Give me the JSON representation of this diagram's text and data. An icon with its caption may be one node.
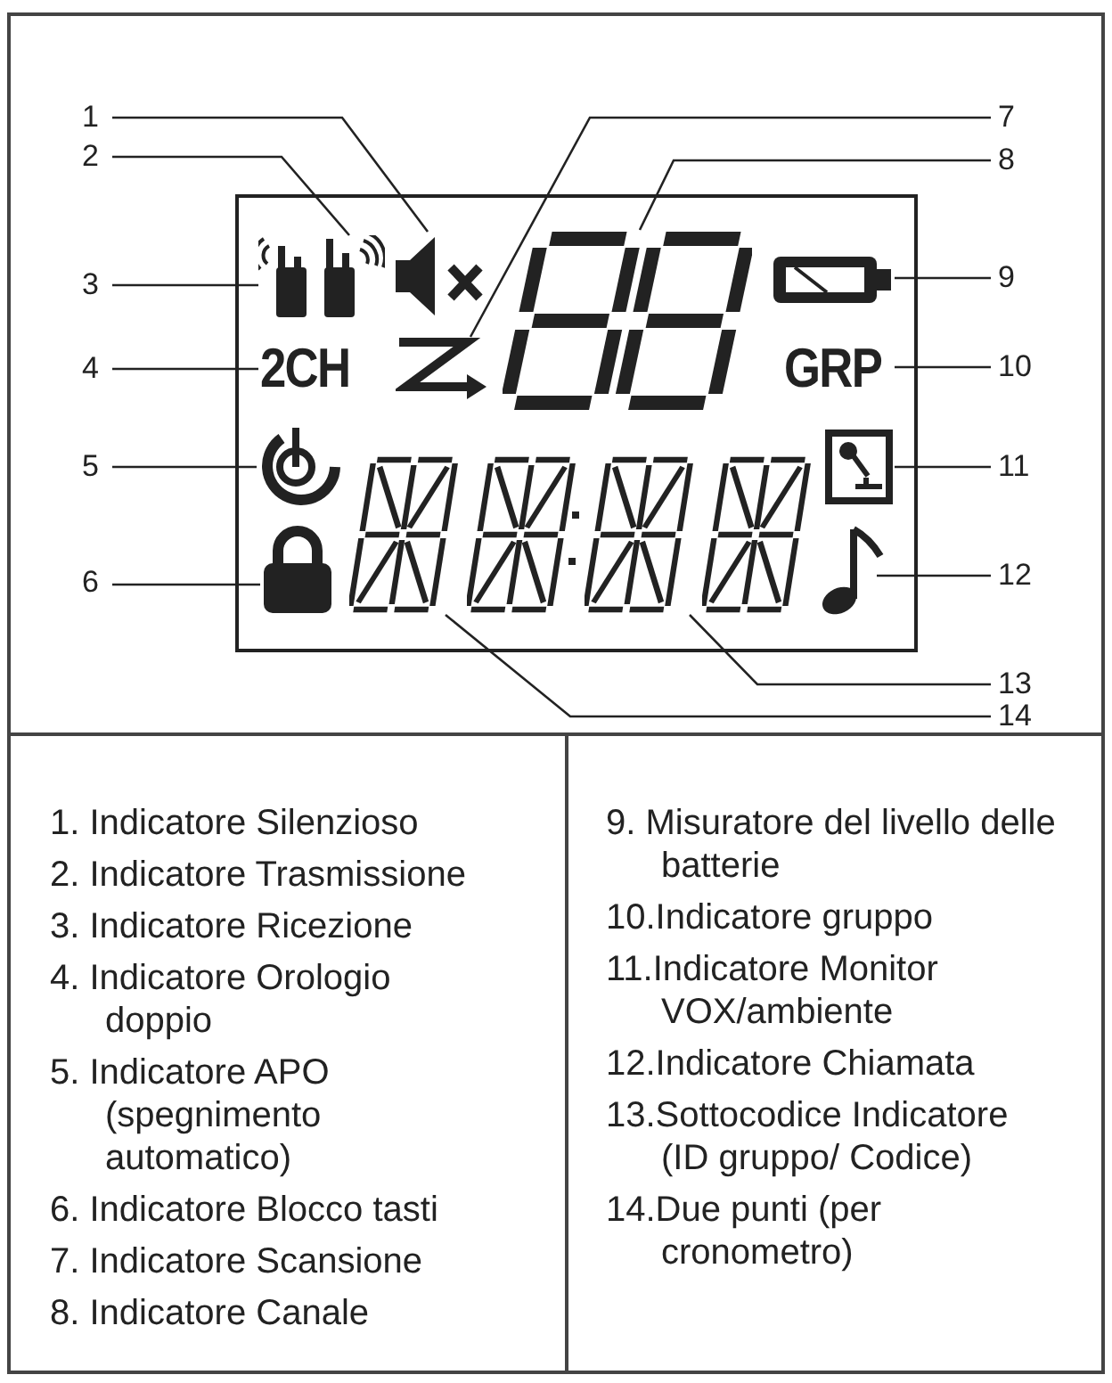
{
  "diagram": {
    "nodes": [
      {
        "text": [
          "1"
        ]
      },
      {
        "text": [
          "2"
        ]
      },
      {
        "text": [
          "3"
        ]
      },
      {
        "text": [
          "4"
        ]
      },
      {
        "text": [
          "5"
        ]
      },
      {
        "text": [
          "6"
        ]
      },
      {
        "text": [
          "7"
        ]
      },
      {
        "text": [
          "8"
        ]
      },
      {
        "text": [
          "9"
        ]
      },
      {
        "text": [
          "10"
        ]
      },
      {
        "text": [
          "11"
        ]
      },
      {
        "text": [
          "12"
        ]
      },
      {
        "text": [
          "13"
        ]
      },
      {
        "text": [
          "14"
        ]
      },
      {
        "text": [],
        "shape": "speaker"
      },
      {
        "text": [],
        "shape": "radio"
      },
      {
        "text": [],
        "shape": "radio"
      },
      {
        "text": [
          "2CH"
        ]
      },
      {
        "text": [],
        "shape": "power"
      },
      {
        "text": [],
        "shape": "lock"
      },
      {
        "text": [],
        "shape": "arrow"
      },
      {
        "text": [],
        "shape": "digits"
      },
      {
        "text": [],
        "shape": "battery"
      },
      {
        "text": [
          "GRP"
        ]
      },
      {
        "text": [],
        "shape": "microphone"
      },
      {
        "text": [],
        "shape": "note"
      },
      {
        "text": [],
        "shape": "digit"
      },
      {
        "text": [],
        "shape": "digit"
      }
    ],
    "edges": [
      {
        "from": 0,
        "to": 14,
        "arrow": "none"
      },
      {
        "from": 1,
        "to": 16,
        "arrow": "none"
      },
      {
        "from": 2,
        "to": 15,
        "arrow": "none"
      },
      {
        "from": 3,
        "to": 17,
        "arrow": "none"
      },
      {
        "from": 4,
        "to": 18,
        "arrow": "none"
      },
      {
        "from": 5,
        "to": 19,
        "arrow": "none"
      },
      {
        "from": 6,
        "to": 20,
        "arrow": "none"
      },
      {
        "from": 7,
        "to": 21,
        "arrow": "none"
      },
      {
        "from": 8,
        "to": 22,
        "arrow": "none"
      },
      {
        "from": 9,
        "to": 23,
        "arrow": "none"
      },
      {
        "from": 10,
        "to": 24,
        "arrow": "none"
      },
      {
        "from": 11,
        "to": 25,
        "arrow": "none"
      },
      {
        "from": 12,
        "to": 27,
        "arrow": "none"
      },
      {
        "from": 13,
        "to": 26,
        "arrow": "none"
      }
    ],
    "labels": [
      "1. Indicatore Silenzioso",
      "2. Indicatore Trasmissione",
      "3. Indicatore Ricezione",
      "4. Indicatore Orologio doppio",
      "5. Indicatore APO (spegnimento automatico)",
      "6. Indicatore Blocco tasti",
      "7. Indicatore Scansione",
      "8. Indicatore Canale",
      "9. Misuratore del livello delle batterie",
      "10.Indicatore gruppo",
      "11.Indicatore Monitor VOX/ambiente",
      "12.Indicatore Chiamata",
      "13.Sottocodice Indicatore (ID gruppo/ Codice)",
      "14.Due punti (per cronometro)"
    ]
  }
}
